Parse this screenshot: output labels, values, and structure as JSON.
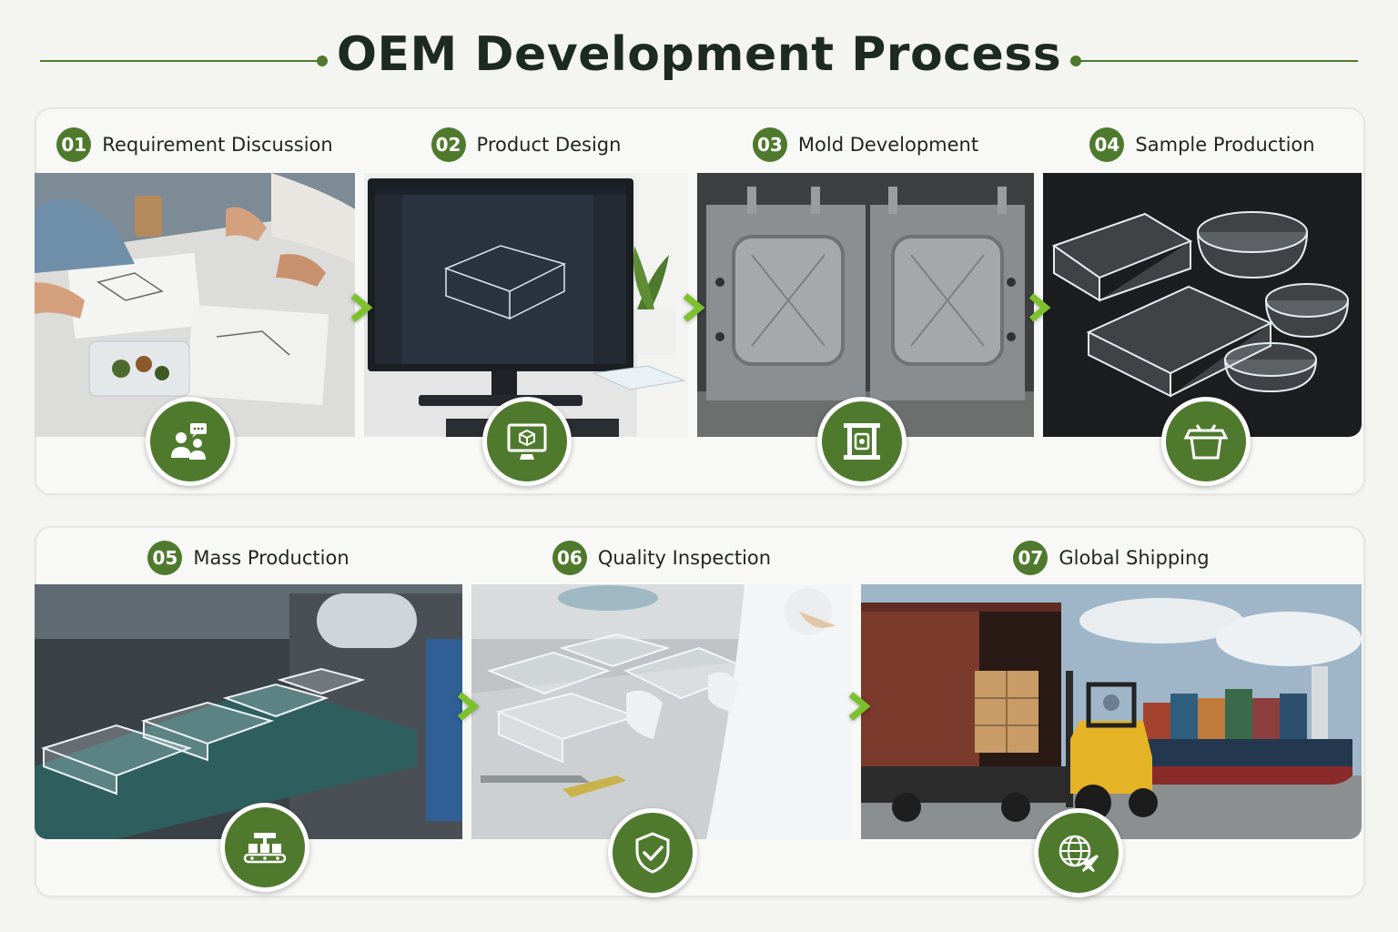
{
  "header": {
    "title": "OEM Development Process"
  },
  "colors": {
    "accent": "#4f7a2e",
    "arrow": "#7cc12b",
    "title": "#1d2a22"
  },
  "steps": [
    {
      "number": "01",
      "title": "Requirement Discussion",
      "icon": "team-discussion-icon"
    },
    {
      "number": "02",
      "title": "Product Design",
      "icon": "computer-design-icon"
    },
    {
      "number": "03",
      "title": "Mold Development",
      "icon": "mold-press-icon"
    },
    {
      "number": "04",
      "title": "Sample Production",
      "icon": "container-box-icon"
    },
    {
      "number": "05",
      "title": "Mass Production",
      "icon": "conveyor-production-icon"
    },
    {
      "number": "06",
      "title": "Quality Inspection",
      "icon": "shield-check-icon"
    },
    {
      "number": "07",
      "title": "Global Shipping",
      "icon": "globe-airplane-icon"
    }
  ]
}
